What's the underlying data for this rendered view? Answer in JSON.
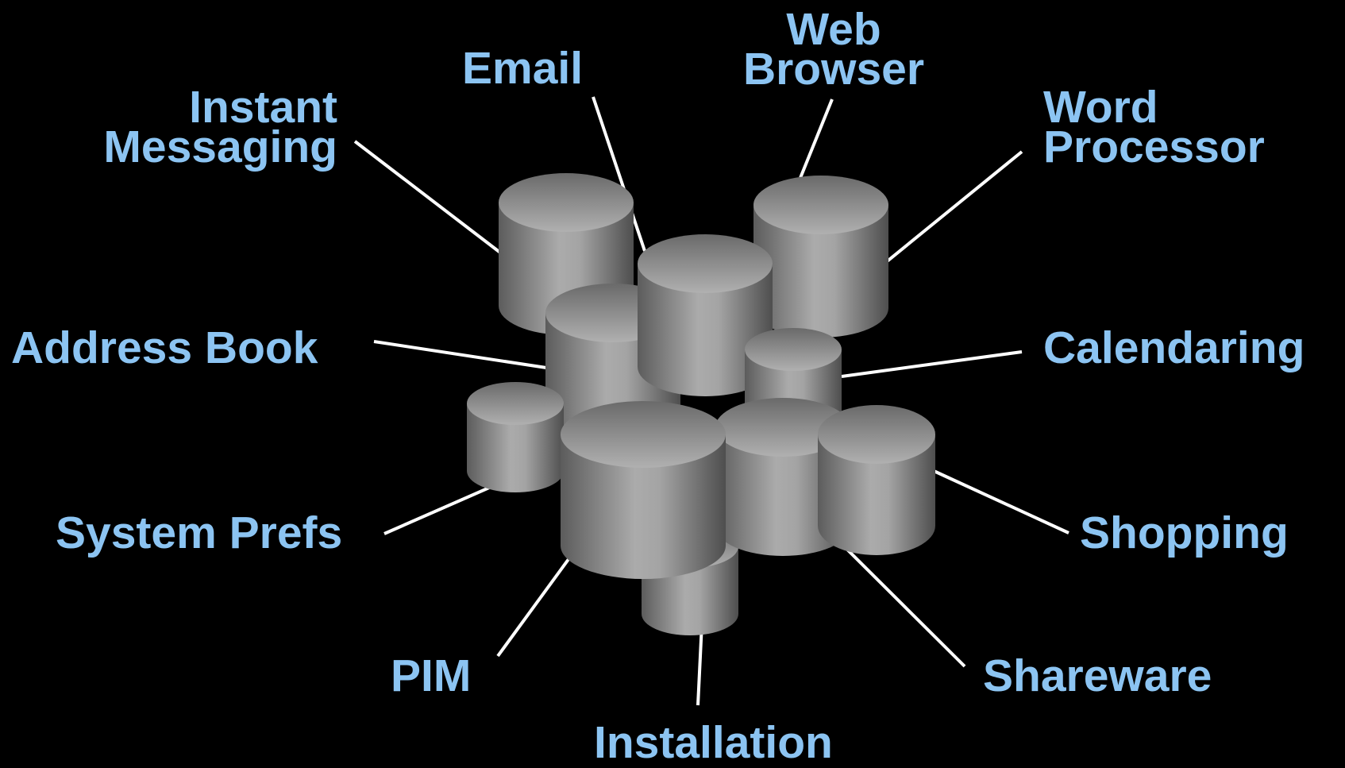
{
  "diagram": {
    "background_color": "#000000",
    "label_color": "#8cc4f2",
    "connector_color": "#ffffff",
    "cylinder_color": "#a6a6a6",
    "labels": {
      "instant_messaging": [
        "Instant",
        "Messaging"
      ],
      "email": "Email",
      "web_browser": [
        "Web",
        "Browser"
      ],
      "word_processor": [
        "Word",
        "Processor"
      ],
      "address_book": "Address Book",
      "calendaring": "Calendaring",
      "system_prefs": "System Prefs",
      "shopping": "Shopping",
      "pim": "PIM",
      "shareware": "Shareware",
      "installation": "Installation"
    }
  }
}
